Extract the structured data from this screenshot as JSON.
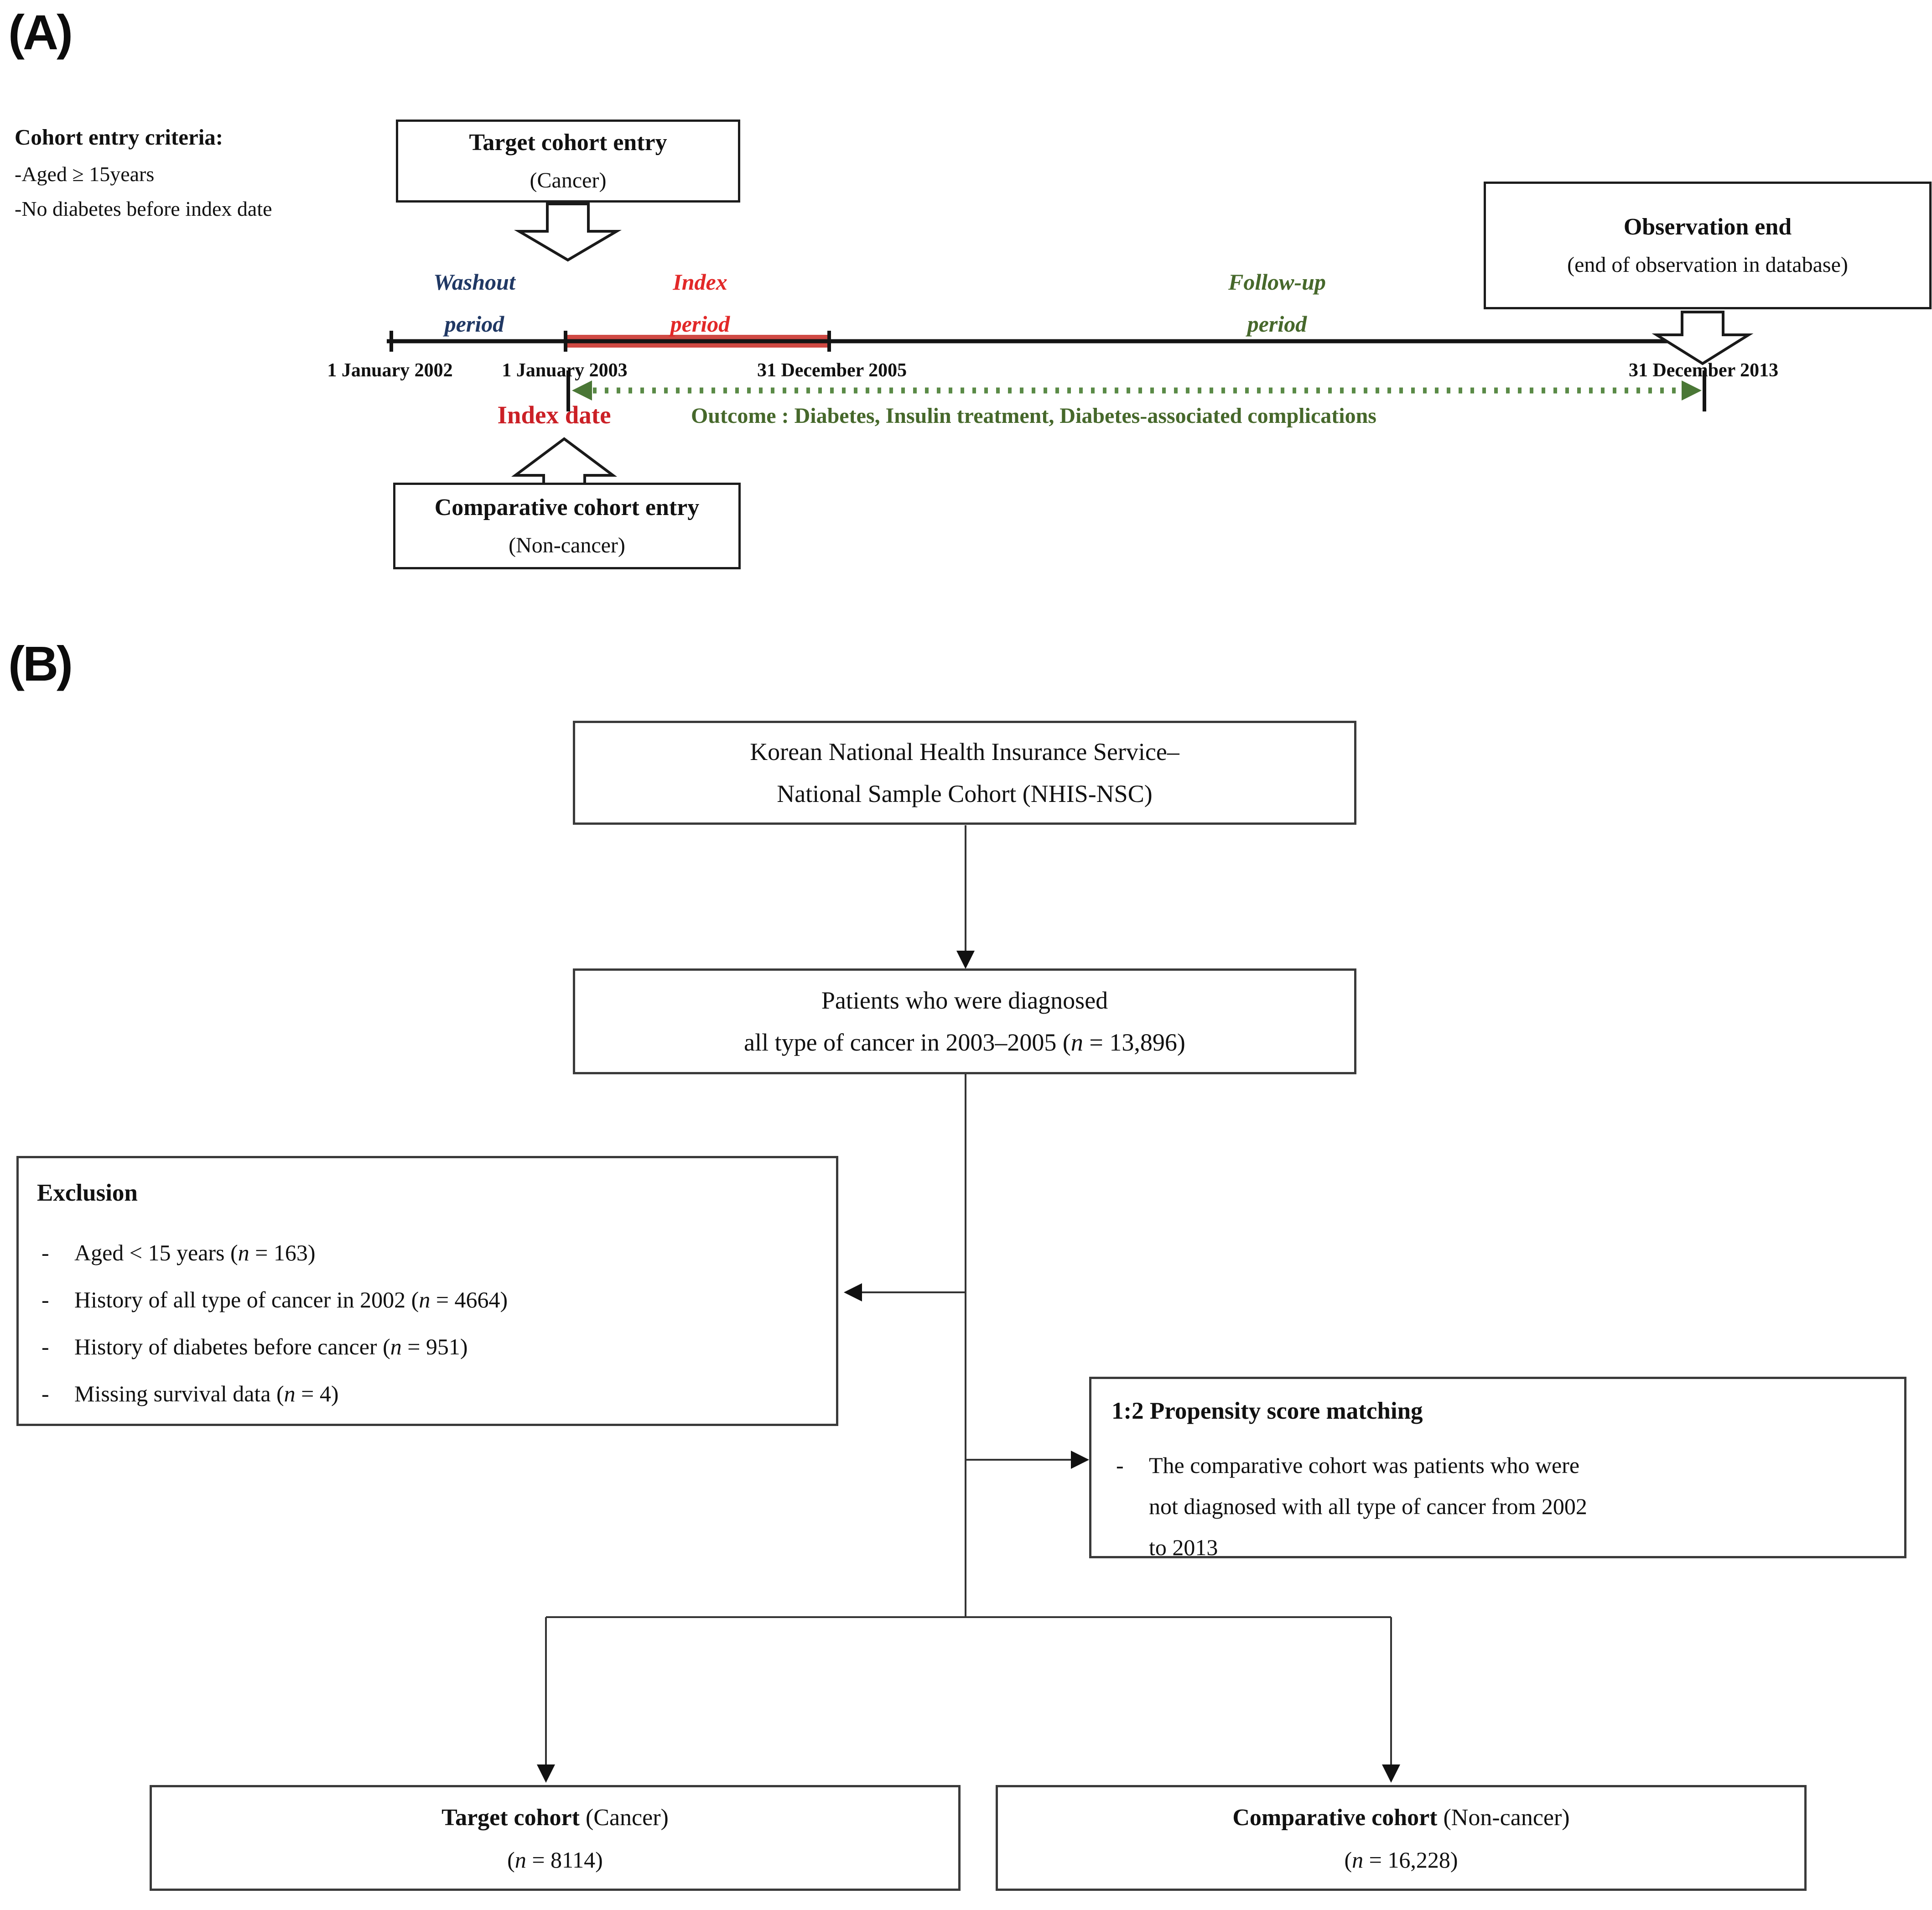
{
  "panel_a": {
    "label": "(A)",
    "criteria": {
      "title": "Cohort entry criteria:",
      "items": [
        "-Aged ≥ 15years",
        "-No diabetes before index date"
      ]
    },
    "target_entry": {
      "title": "Target cohort entry",
      "subtitle": "(Cancer)"
    },
    "comparative_entry": {
      "title": "Comparative cohort entry",
      "subtitle": "(Non-cancer)"
    },
    "observation_end": {
      "title": "Observation end",
      "subtitle": "(end of observation in database)"
    },
    "periods": {
      "washout": {
        "line1": "Washout",
        "line2": "period"
      },
      "index": {
        "line1": "Index",
        "line2": "period"
      },
      "followup": {
        "line1": "Follow-up",
        "line2": "period"
      }
    },
    "dates": [
      "1 January 2002",
      "1 January 2003",
      "31 December 2005",
      "31 December 2013"
    ],
    "index_date_label": "Index date",
    "outcome_label": "Outcome : Diabetes, Insulin treatment, Diabetes-associated complications",
    "colors": {
      "washout_navy": "#203864",
      "index_red": "#e22828",
      "index_date_red": "#cb2026",
      "outcome_green": "#46682b",
      "dotted_arrow_green": "#5a8a46",
      "timeline_red_band": "#cf4943",
      "timeline_black": "#141414"
    }
  },
  "panel_b": {
    "label": "(B)",
    "n_symbol": "n",
    "boxes": {
      "source": {
        "line1": "Korean National Health Insurance Service–",
        "line2": "National Sample Cohort (NHIS-NSC)"
      },
      "patients": {
        "line1": "Patients who were diagnosed",
        "line2_pre": "all type of cancer in 2003–2005 (",
        "line2_post": " = 13,896)"
      },
      "exclusion": {
        "title": "Exclusion",
        "bullet": "-",
        "items": [
          {
            "pre": "Aged < 15 years (",
            "post": " = 163)"
          },
          {
            "pre": "History of all type of cancer in 2002 (",
            "post": " = 4664)"
          },
          {
            "pre": "History of diabetes before cancer (",
            "post": " = 951)"
          },
          {
            "pre": "Missing survival data (",
            "post": " = 4)"
          }
        ]
      },
      "psm": {
        "title": "1:2 Propensity score matching",
        "bullet": "-",
        "item_lines": [
          "The comparative cohort was patients who were",
          "not diagnosed with all type of cancer from 2002",
          "to 2013"
        ]
      },
      "target_cohort": {
        "title_bold": "Target cohort",
        "title_rest": " (Cancer)",
        "n_pre": "(",
        "n_post": " = 8114)"
      },
      "comparative_cohort": {
        "title_bold": "Comparative cohort",
        "title_rest": " (Non-cancer)",
        "n_pre": "(",
        "n_post": " = 16,228)"
      }
    }
  }
}
